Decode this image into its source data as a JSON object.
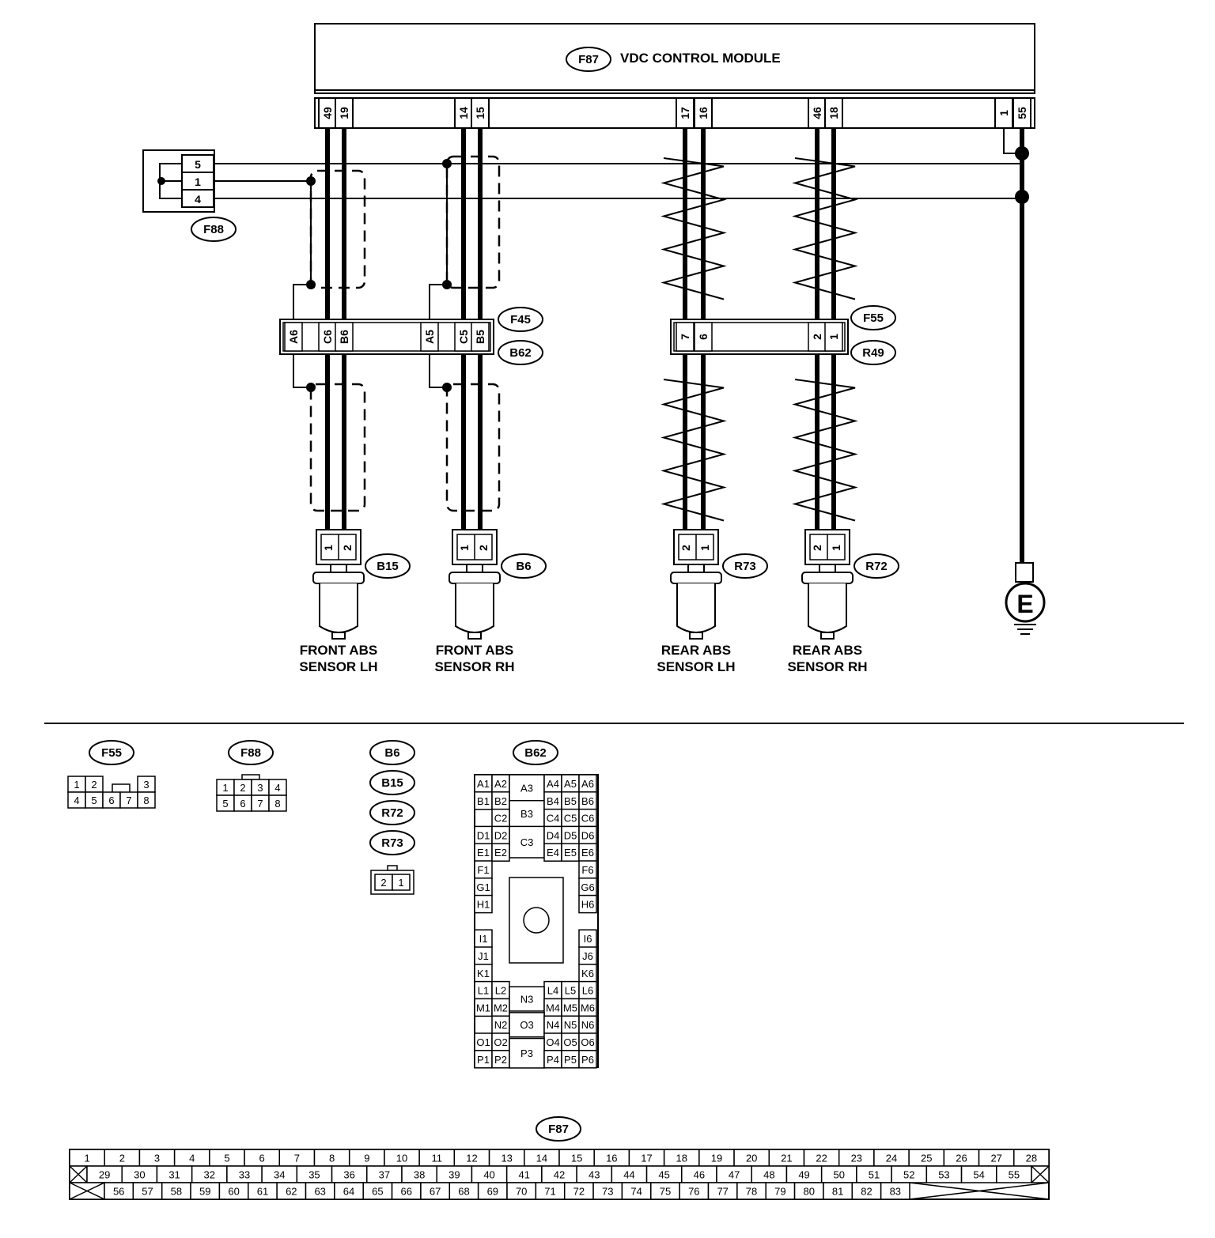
{
  "module": {
    "badge": "F87",
    "title": "VDC CONTROL MODULE",
    "pins": [
      "49",
      "19",
      "14",
      "15",
      "17",
      "16",
      "46",
      "18",
      "1",
      "55"
    ]
  },
  "joint_connector": {
    "badge": "F88",
    "pins": [
      "5",
      "1",
      "4"
    ]
  },
  "front_connector": {
    "badges": [
      "F45",
      "B62"
    ],
    "pins": [
      "A6",
      "C6",
      "B6",
      "A5",
      "C5",
      "B5"
    ]
  },
  "rear_connector": {
    "badges": [
      "F55",
      "R49"
    ],
    "pins": [
      "7",
      "6",
      "2",
      "1"
    ]
  },
  "sensors": [
    {
      "badge": "B15",
      "pins": [
        "1",
        "2"
      ],
      "name_line1": "FRONT ABS",
      "name_line2": "SENSOR LH"
    },
    {
      "badge": "B6",
      "pins": [
        "1",
        "2"
      ],
      "name_line1": "FRONT ABS",
      "name_line2": "SENSOR RH"
    },
    {
      "badge": "R73",
      "pins": [
        "2",
        "1"
      ],
      "name_line1": "REAR ABS",
      "name_line2": "SENSOR LH"
    },
    {
      "badge": "R72",
      "pins": [
        "2",
        "1"
      ],
      "name_line1": "REAR ABS",
      "name_line2": "SENSOR RH"
    }
  ],
  "ground": {
    "label": "E"
  },
  "legend": {
    "f55": {
      "badge": "F55",
      "row1": [
        "1",
        "2",
        "3"
      ],
      "row2": [
        "4",
        "5",
        "6",
        "7",
        "8"
      ]
    },
    "f88": {
      "badge": "F88",
      "row1": [
        "1",
        "2",
        "3",
        "4"
      ],
      "row2": [
        "5",
        "6",
        "7",
        "8"
      ]
    },
    "sensor_badges": [
      "B6",
      "B15",
      "R72",
      "R73"
    ],
    "sensor_pins": [
      "2",
      "1"
    ],
    "b62": {
      "badge": "B62",
      "cells": [
        "A1",
        "A2",
        "A3",
        "A4",
        "A5",
        "A6",
        "B1",
        "B2",
        "B3",
        "B4",
        "B5",
        "B6",
        "C2",
        "C3",
        "C4",
        "C5",
        "C6",
        "D1",
        "D2",
        "D4",
        "D5",
        "D6",
        "E1",
        "E2",
        "E4",
        "E5",
        "E6",
        "F1",
        "F6",
        "G1",
        "G6",
        "H1",
        "H6",
        "I1",
        "I6",
        "J1",
        "J6",
        "K1",
        "K6",
        "L1",
        "L2",
        "L4",
        "L5",
        "L6",
        "M1",
        "M2",
        "N3",
        "M4",
        "M5",
        "M6",
        "N2",
        "O3",
        "N4",
        "N5",
        "N6",
        "O1",
        "O2",
        "O4",
        "O5",
        "O6",
        "P1",
        "P2",
        "P3",
        "P4",
        "P5",
        "P6"
      ]
    },
    "f87": {
      "badge": "F87",
      "row1": [
        "1",
        "2",
        "3",
        "4",
        "5",
        "6",
        "7",
        "8",
        "9",
        "10",
        "11",
        "12",
        "13",
        "14",
        "15",
        "16",
        "17",
        "18",
        "19",
        "20",
        "21",
        "22",
        "23",
        "24",
        "25",
        "26",
        "27",
        "28"
      ],
      "row2": [
        "29",
        "30",
        "31",
        "32",
        "33",
        "34",
        "35",
        "36",
        "37",
        "38",
        "39",
        "40",
        "41",
        "42",
        "43",
        "44",
        "45",
        "46",
        "47",
        "48",
        "49",
        "50",
        "51",
        "52",
        "53",
        "54",
        "55"
      ],
      "row3": [
        "56",
        "57",
        "58",
        "59",
        "60",
        "61",
        "62",
        "63",
        "64",
        "65",
        "66",
        "67",
        "68",
        "69",
        "70",
        "71",
        "72",
        "73",
        "74",
        "75",
        "76",
        "77",
        "78",
        "79",
        "80",
        "81",
        "82",
        "83"
      ]
    }
  }
}
